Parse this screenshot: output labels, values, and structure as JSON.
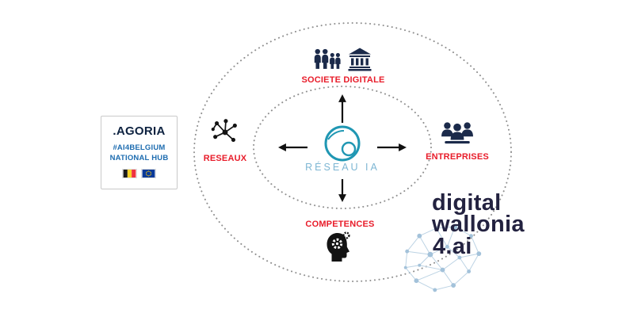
{
  "agoria": {
    "wordmark": ".AGORIA",
    "subtitle1": "#AI4BELGIUM",
    "subtitle2": "NATIONAL HUB"
  },
  "diagram": {
    "center": {
      "label": "RÉSEAU IA",
      "icon": "globe-network-icon"
    },
    "nodes": {
      "top": {
        "label": "SOCIETE DIGITALE",
        "icons": [
          "family-icon",
          "bank-icon"
        ]
      },
      "left": {
        "label": "RESEAUX",
        "icon": "network-icon"
      },
      "right": {
        "label": "ENTREPRISES",
        "icon": "business-people-icon"
      },
      "bottom": {
        "label": "COMPETENCES",
        "icon": "head-gears-icon"
      }
    }
  },
  "digital_wallonia": {
    "line1": "digital",
    "line2": "wallonia",
    "line3": "4.ai",
    "icon": "node-cluster-graphic"
  },
  "colors": {
    "label_red": "#e81c2a",
    "icon_navy": "#1b2a4a",
    "icon_black": "#131313",
    "globe_teal": "#2097b3",
    "center_label_blue": "#7db6d3",
    "agoria_navy": "#0d2240",
    "agoria_blue": "#1d6cb0",
    "dw_navy": "#232240",
    "dw_cluster_blue": "#a3c2da",
    "ring_gray": "#8f8f8f"
  }
}
